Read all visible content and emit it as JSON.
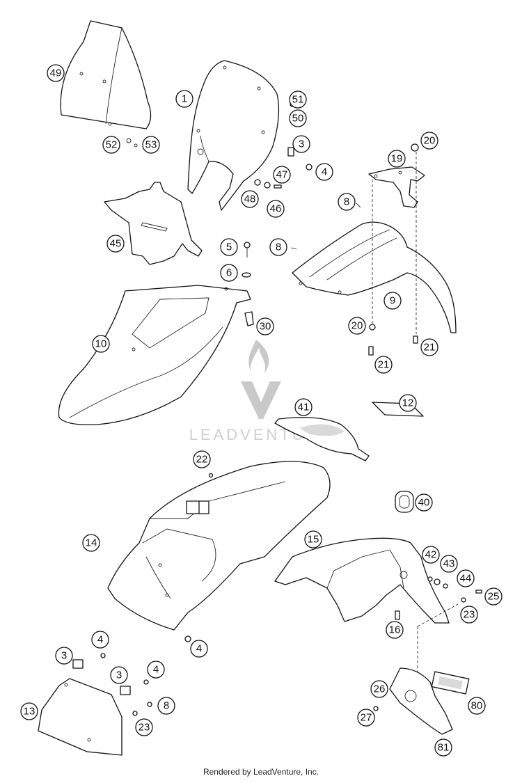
{
  "watermark": {
    "text": "LEADVENTURE"
  },
  "footer": {
    "credit": "Rendered by LeadVenture, Inc."
  },
  "callouts": [
    {
      "id": "49",
      "label": "49"
    },
    {
      "id": "1",
      "label": "1"
    },
    {
      "id": "51",
      "label": "51"
    },
    {
      "id": "50",
      "label": "50"
    },
    {
      "id": "3",
      "label": "3"
    },
    {
      "id": "4",
      "label": "4"
    },
    {
      "id": "47",
      "label": "47"
    },
    {
      "id": "48",
      "label": "48"
    },
    {
      "id": "46",
      "label": "46"
    },
    {
      "id": "52",
      "label": "52"
    },
    {
      "id": "53",
      "label": "53"
    },
    {
      "id": "19",
      "label": "19"
    },
    {
      "id": "20",
      "label": "20"
    },
    {
      "id": "8",
      "label": "8"
    },
    {
      "id": "45",
      "label": "45"
    },
    {
      "id": "5",
      "label": "5"
    },
    {
      "id": "8b",
      "label": "8"
    },
    {
      "id": "6",
      "label": "6"
    },
    {
      "id": "9",
      "label": "9"
    },
    {
      "id": "30",
      "label": "30"
    },
    {
      "id": "10",
      "label": "10"
    },
    {
      "id": "20b",
      "label": "20"
    },
    {
      "id": "21",
      "label": "21"
    },
    {
      "id": "21b",
      "label": "21"
    },
    {
      "id": "12",
      "label": "12"
    },
    {
      "id": "41",
      "label": "41"
    },
    {
      "id": "22",
      "label": "22"
    },
    {
      "id": "40",
      "label": "40"
    },
    {
      "id": "14",
      "label": "14"
    },
    {
      "id": "15",
      "label": "15"
    },
    {
      "id": "42",
      "label": "42"
    },
    {
      "id": "43",
      "label": "43"
    },
    {
      "id": "44",
      "label": "44"
    },
    {
      "id": "25",
      "label": "25"
    },
    {
      "id": "23",
      "label": "23"
    },
    {
      "id": "16",
      "label": "16"
    },
    {
      "id": "4b",
      "label": "4"
    },
    {
      "id": "4c",
      "label": "4"
    },
    {
      "id": "3b",
      "label": "3"
    },
    {
      "id": "3c",
      "label": "3"
    },
    {
      "id": "4d",
      "label": "4"
    },
    {
      "id": "8c",
      "label": "8"
    },
    {
      "id": "13",
      "label": "13"
    },
    {
      "id": "23b",
      "label": "23"
    },
    {
      "id": "26",
      "label": "26"
    },
    {
      "id": "80",
      "label": "80"
    },
    {
      "id": "27",
      "label": "27"
    },
    {
      "id": "81",
      "label": "81"
    }
  ]
}
